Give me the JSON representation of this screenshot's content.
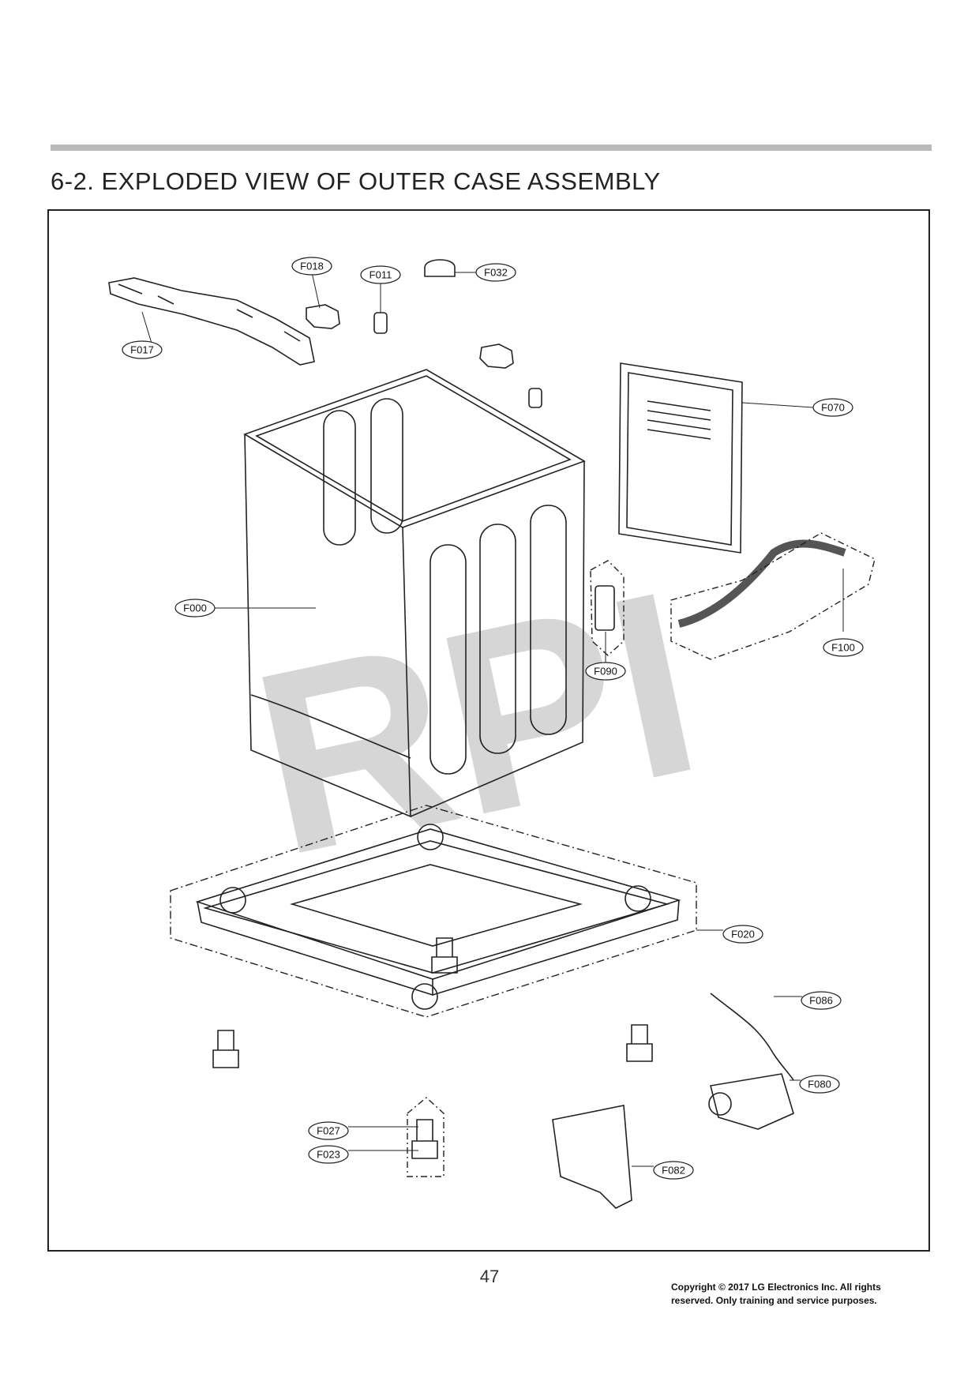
{
  "header": {
    "title": "6-2. EXPLODED VIEW OF OUTER CASE ASSEMBLY"
  },
  "watermark": {
    "text": "RPI"
  },
  "parts": [
    {
      "id": "F017"
    },
    {
      "id": "F018"
    },
    {
      "id": "F011"
    },
    {
      "id": "F032"
    },
    {
      "id": "F070"
    },
    {
      "id": "F000"
    },
    {
      "id": "F090"
    },
    {
      "id": "F100"
    },
    {
      "id": "F020"
    },
    {
      "id": "F086"
    },
    {
      "id": "F080"
    },
    {
      "id": "F027"
    },
    {
      "id": "F023"
    },
    {
      "id": "F082"
    }
  ],
  "footer": {
    "page_number": "47",
    "copyright_line1": "Copyright © 2017 LG Electronics Inc. All rights",
    "copyright_line2": "reserved. Only training and service purposes."
  }
}
